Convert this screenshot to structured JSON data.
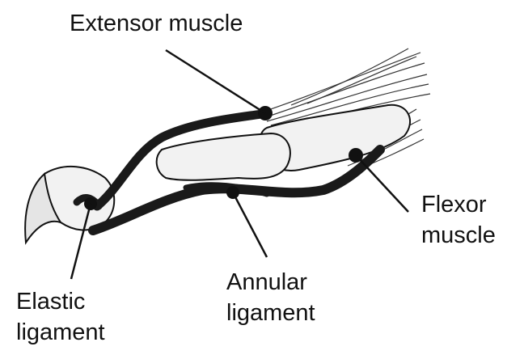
{
  "labels": {
    "extensor": "Extensor muscle",
    "flexor": [
      "Flexor",
      "muscle"
    ],
    "elastic": [
      "Elastic",
      "ligament"
    ],
    "annular": [
      "Annular",
      "ligament"
    ]
  },
  "colors": {
    "ink": "#111111",
    "bone": "#f2f2f2",
    "tendon": "#1a1a1a",
    "background": "#ffffff"
  }
}
